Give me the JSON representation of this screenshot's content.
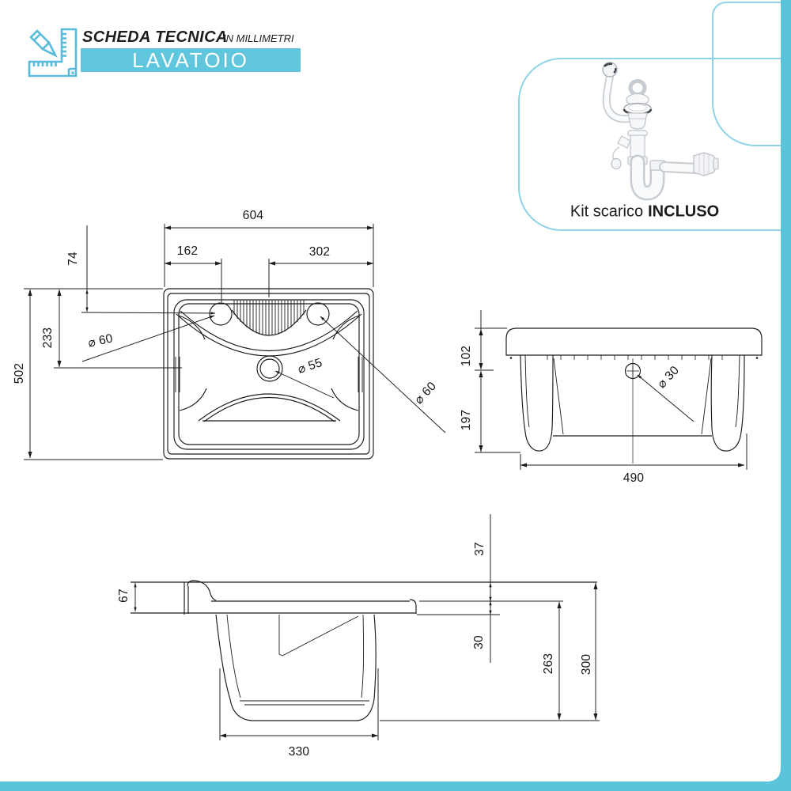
{
  "header": {
    "title": "SCHEDA TECNICA",
    "subtitle": "IN MILLIMETRI",
    "product": "LAVATOIO"
  },
  "kit": {
    "text": "Kit scarico",
    "highlight": "INCLUSO"
  },
  "colors": {
    "accent_bar": "#5ac4db",
    "banner": "#5fc6de",
    "outline_light_blue": "#8fd3e8",
    "icon_cyan": "#58bbd9",
    "drawing_line": "#1b1b1b"
  },
  "dims": {
    "top": {
      "width": "604",
      "hole_left_offset": "162",
      "right_half": "302",
      "hole_depth": "74",
      "drain_depth": "233",
      "total_depth": "502",
      "dia_hole_left": "⌀ 60",
      "dia_hole_right": "⌀ 60",
      "dia_drain": "⌀ 55"
    },
    "side": {
      "rim_height": "102",
      "body_height": "197",
      "width": "490",
      "dia_overflow": "⌀ 30"
    },
    "profile": {
      "rim_height": "67",
      "shelf_drop": "37",
      "shelf_thickness": "30",
      "pedestal_height": "263",
      "total_height": "300",
      "pedestal_width": "330"
    }
  }
}
